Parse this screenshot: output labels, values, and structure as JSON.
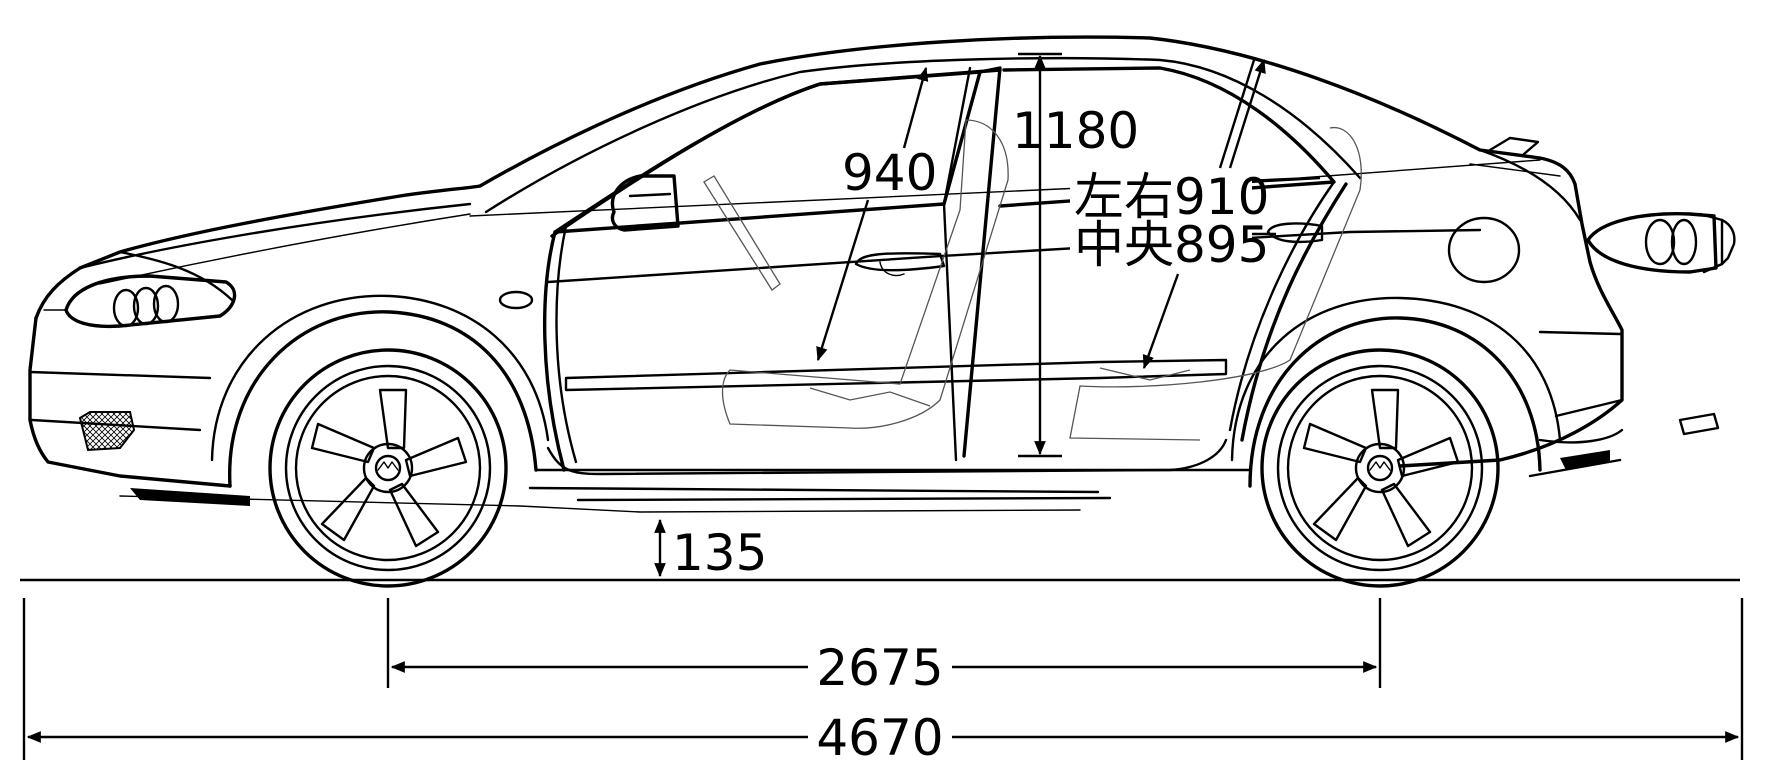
{
  "diagram": {
    "dimensions": {
      "overall_length": "4670",
      "wheelbase": "2675",
      "ground_clearance": "135",
      "interior_height": "1180",
      "front_headroom": "940",
      "rear_headroom_side": "左右910",
      "rear_headroom_center": "中央895"
    },
    "colors": {
      "line": "#000000",
      "background": "#ffffff"
    },
    "icons": [
      "mazda-emblem-icon"
    ]
  }
}
